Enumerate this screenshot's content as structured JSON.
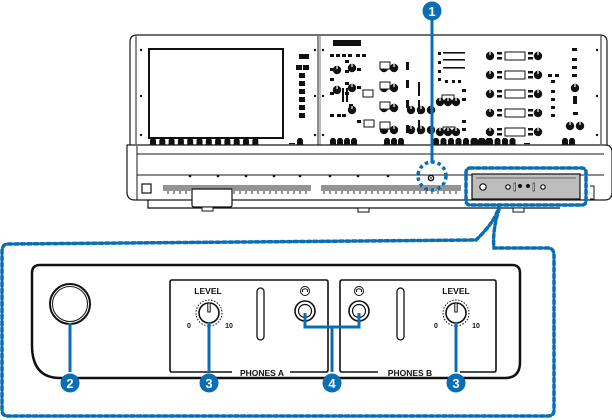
{
  "diagram": {
    "type": "console front-panel callout diagram",
    "accent_color": "#0A6EB4",
    "line_color": "#1a1a1a",
    "panel_fill": "#ffffff",
    "detail_fill": "#bdbdbd"
  },
  "callouts": [
    {
      "id": "1",
      "label": "1",
      "target": "small jack on console front"
    },
    {
      "id": "2",
      "label": "2",
      "target": "large connector on detail panel"
    },
    {
      "id": "3a",
      "label": "3",
      "target": "PHONES A LEVEL knob"
    },
    {
      "id": "4",
      "label": "4",
      "target": "PHONES A and PHONES B headphone jacks"
    },
    {
      "id": "3b",
      "label": "3",
      "target": "PHONES B LEVEL knob"
    }
  ],
  "detail_panel": {
    "sections": [
      {
        "name": "PHONES A",
        "knob_label": "LEVEL",
        "scale_min": "0",
        "scale_max": "10",
        "jack_icon": "headphones-icon"
      },
      {
        "name": "PHONES B",
        "knob_label": "LEVEL",
        "scale_min": "0",
        "scale_max": "10",
        "jack_icon": "headphones-icon"
      }
    ]
  }
}
